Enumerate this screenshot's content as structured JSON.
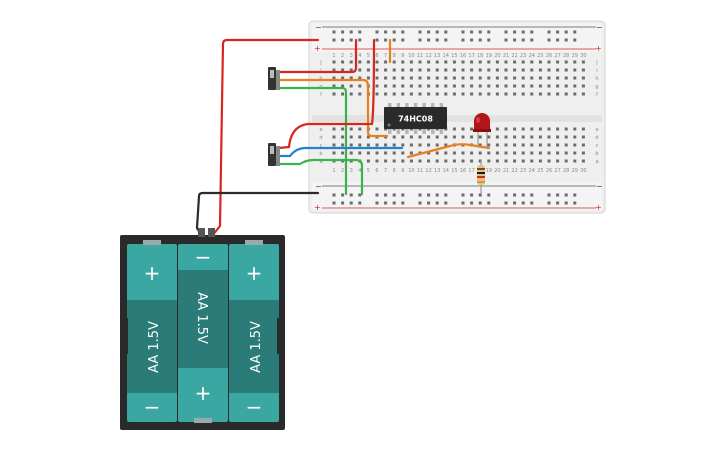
{
  "breadboard": {
    "row_letters_top": [
      "j",
      "i",
      "h",
      "g",
      "f"
    ],
    "row_letters_bottom": [
      "e",
      "d",
      "c",
      "b",
      "a"
    ],
    "rail_minus": "−",
    "rail_plus": "+",
    "column_numbers": [
      "1",
      "2",
      "3",
      "4",
      "5",
      "6",
      "7",
      "8",
      "9",
      "10",
      "11",
      "12",
      "13",
      "14",
      "15",
      "16",
      "17",
      "18",
      "19",
      "20",
      "21",
      "22",
      "23",
      "24",
      "25",
      "26",
      "27",
      "28",
      "29",
      "30"
    ]
  },
  "chip": {
    "label": "74HC08"
  },
  "battery_pack": {
    "cells": [
      {
        "orientation": "up",
        "label": "AA 1.5V",
        "top_symbol": "+",
        "bottom_symbol": "−"
      },
      {
        "orientation": "down",
        "label": "AA 1.5V",
        "top_symbol": "−",
        "bottom_symbol": "+"
      },
      {
        "orientation": "up",
        "label": "AA 1.5V",
        "top_symbol": "+",
        "bottom_symbol": "−"
      }
    ]
  },
  "colors": {
    "wire_red": "#d7261e",
    "wire_orange": "#e8811a",
    "wire_green": "#3bb34a",
    "wire_blue": "#2283cd",
    "wire_black": "#2b2b2b",
    "led_red": "#b3141a",
    "battery_teal": "#3aa7a2",
    "battery_dark_teal": "#2b7b78",
    "battery_case": "#2a2a2a",
    "breadboard": "#efefef"
  }
}
